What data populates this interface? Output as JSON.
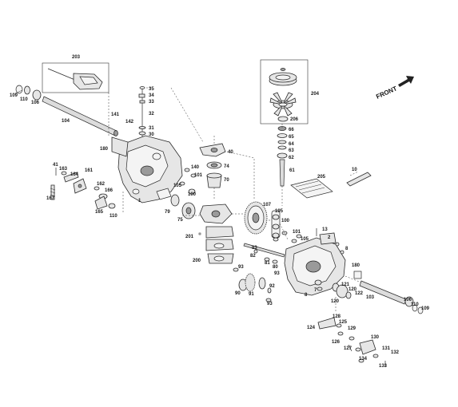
{
  "front_label": "FRONT",
  "labels": {
    "l203": "203",
    "l35": "35",
    "l34": "34",
    "l33": "33",
    "l204": "204",
    "l109a": "109",
    "l110a": "110",
    "l106a": "106",
    "l141": "141",
    "l104": "104",
    "l142": "142",
    "l32": "32",
    "l31": "31",
    "l30": "30",
    "l206": "206",
    "l66": "66",
    "l65": "65",
    "l64": "64",
    "l63": "63",
    "l62": "62",
    "l180a": "180",
    "l40": "40",
    "l41": "41",
    "l163": "163",
    "l164": "164",
    "l161": "161",
    "l140": "140",
    "l101a": "101",
    "l74": "74",
    "l61": "61",
    "l205": "205",
    "l10": "10",
    "l70": "70",
    "l105a": "105",
    "l100a": "100",
    "l162": "162",
    "l166": "166",
    "l167": "167",
    "l165": "165",
    "l110b": "110",
    "l79": "79",
    "l1": "1",
    "l75": "75",
    "l107": "107",
    "l195": "195",
    "l13": "13",
    "l2": "2",
    "l100b": "100",
    "l101b": "101",
    "l105b": "105",
    "l201": "201",
    "l8a": "8",
    "l83": "83",
    "l82": "82",
    "l81": "81",
    "l80": "80",
    "l180b": "180",
    "l93a": "93",
    "l200": "200",
    "l93b": "93",
    "l92": "92",
    "l90": "90",
    "l91": "91",
    "l121": "121",
    "l120a": "120",
    "l103": "103",
    "l8b": "8",
    "l7": "7",
    "l120b": "120",
    "l122": "122",
    "l93c": "93",
    "l106b": "106",
    "l110c": "110",
    "l109b": "109",
    "l128": "128",
    "l125": "125",
    "l124": "124",
    "l129": "129",
    "l126": "126",
    "l130": "130",
    "l127": "127",
    "l134": "134",
    "l131": "131",
    "l132": "132",
    "l133": "133"
  }
}
